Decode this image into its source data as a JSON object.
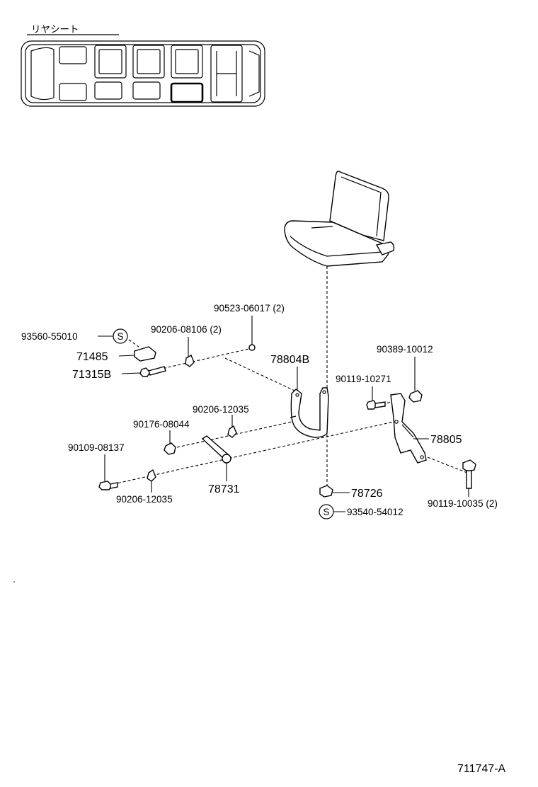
{
  "diagram": {
    "section_title": "リヤシート",
    "figure_id": "711747-A",
    "parts": {
      "p93560_55010": "93560-55010",
      "p71485": "71485",
      "p71315b": "71315B",
      "p90206_08106": "90206-08106 (2)",
      "p90523_06017": "90523-06017 (2)",
      "p78804b": "78804B",
      "p90389_10012": "90389-10012",
      "p90119_10271": "90119-10271",
      "p90206_12035_a": "90206-12035",
      "p90176_08044": "90176-08044",
      "p90109_08137": "90109-08137",
      "p78731": "78731",
      "p90206_12035_b": "90206-12035",
      "p78805": "78805",
      "p78726": "78726",
      "p93540_54012": "93540-54012",
      "p90119_10035": "90119-10035 (2)"
    },
    "symbols": {
      "s_mark_1": "S",
      "s_mark_2": "S"
    }
  }
}
